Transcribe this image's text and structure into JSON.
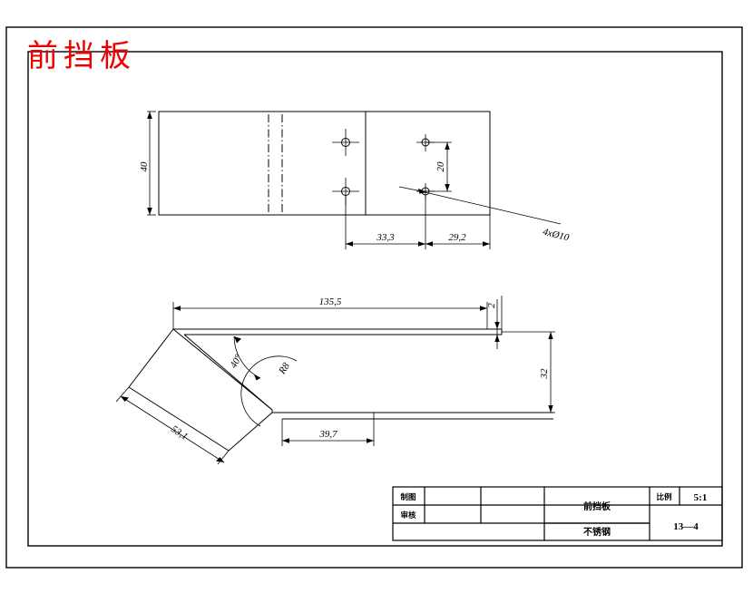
{
  "sheet": {
    "title": "前挡板",
    "title_color": "#ee0000",
    "background": "#ffffff",
    "line_color": "#000000"
  },
  "top_view": {
    "name": "unfolded-flat-pattern-view",
    "dimensions": {
      "height_40": "40",
      "dim_33_3": "33,3",
      "dim_29_2": "29,2",
      "dim_20": "20"
    },
    "hole_callout": "4xØ10",
    "hole_count": 4,
    "hole_diameter": "10"
  },
  "side_view": {
    "name": "bent-profile-section-view",
    "dimensions": {
      "length_135_5": "135,5",
      "thickness_2": "2",
      "height_32": "32",
      "flange_39_7": "39,7",
      "bend_angle": "40°",
      "radius": "R8",
      "flange_53_1": "53,1"
    }
  },
  "title_block": {
    "rows": [
      {
        "label": "制图",
        "name": "",
        "date": ""
      },
      {
        "label": "审核",
        "name": "",
        "date": ""
      }
    ],
    "part_name": "前挡板",
    "material": "不锈钢",
    "scale_label": "比例",
    "scale_value": "5:1",
    "drawing_number": "13—4"
  }
}
